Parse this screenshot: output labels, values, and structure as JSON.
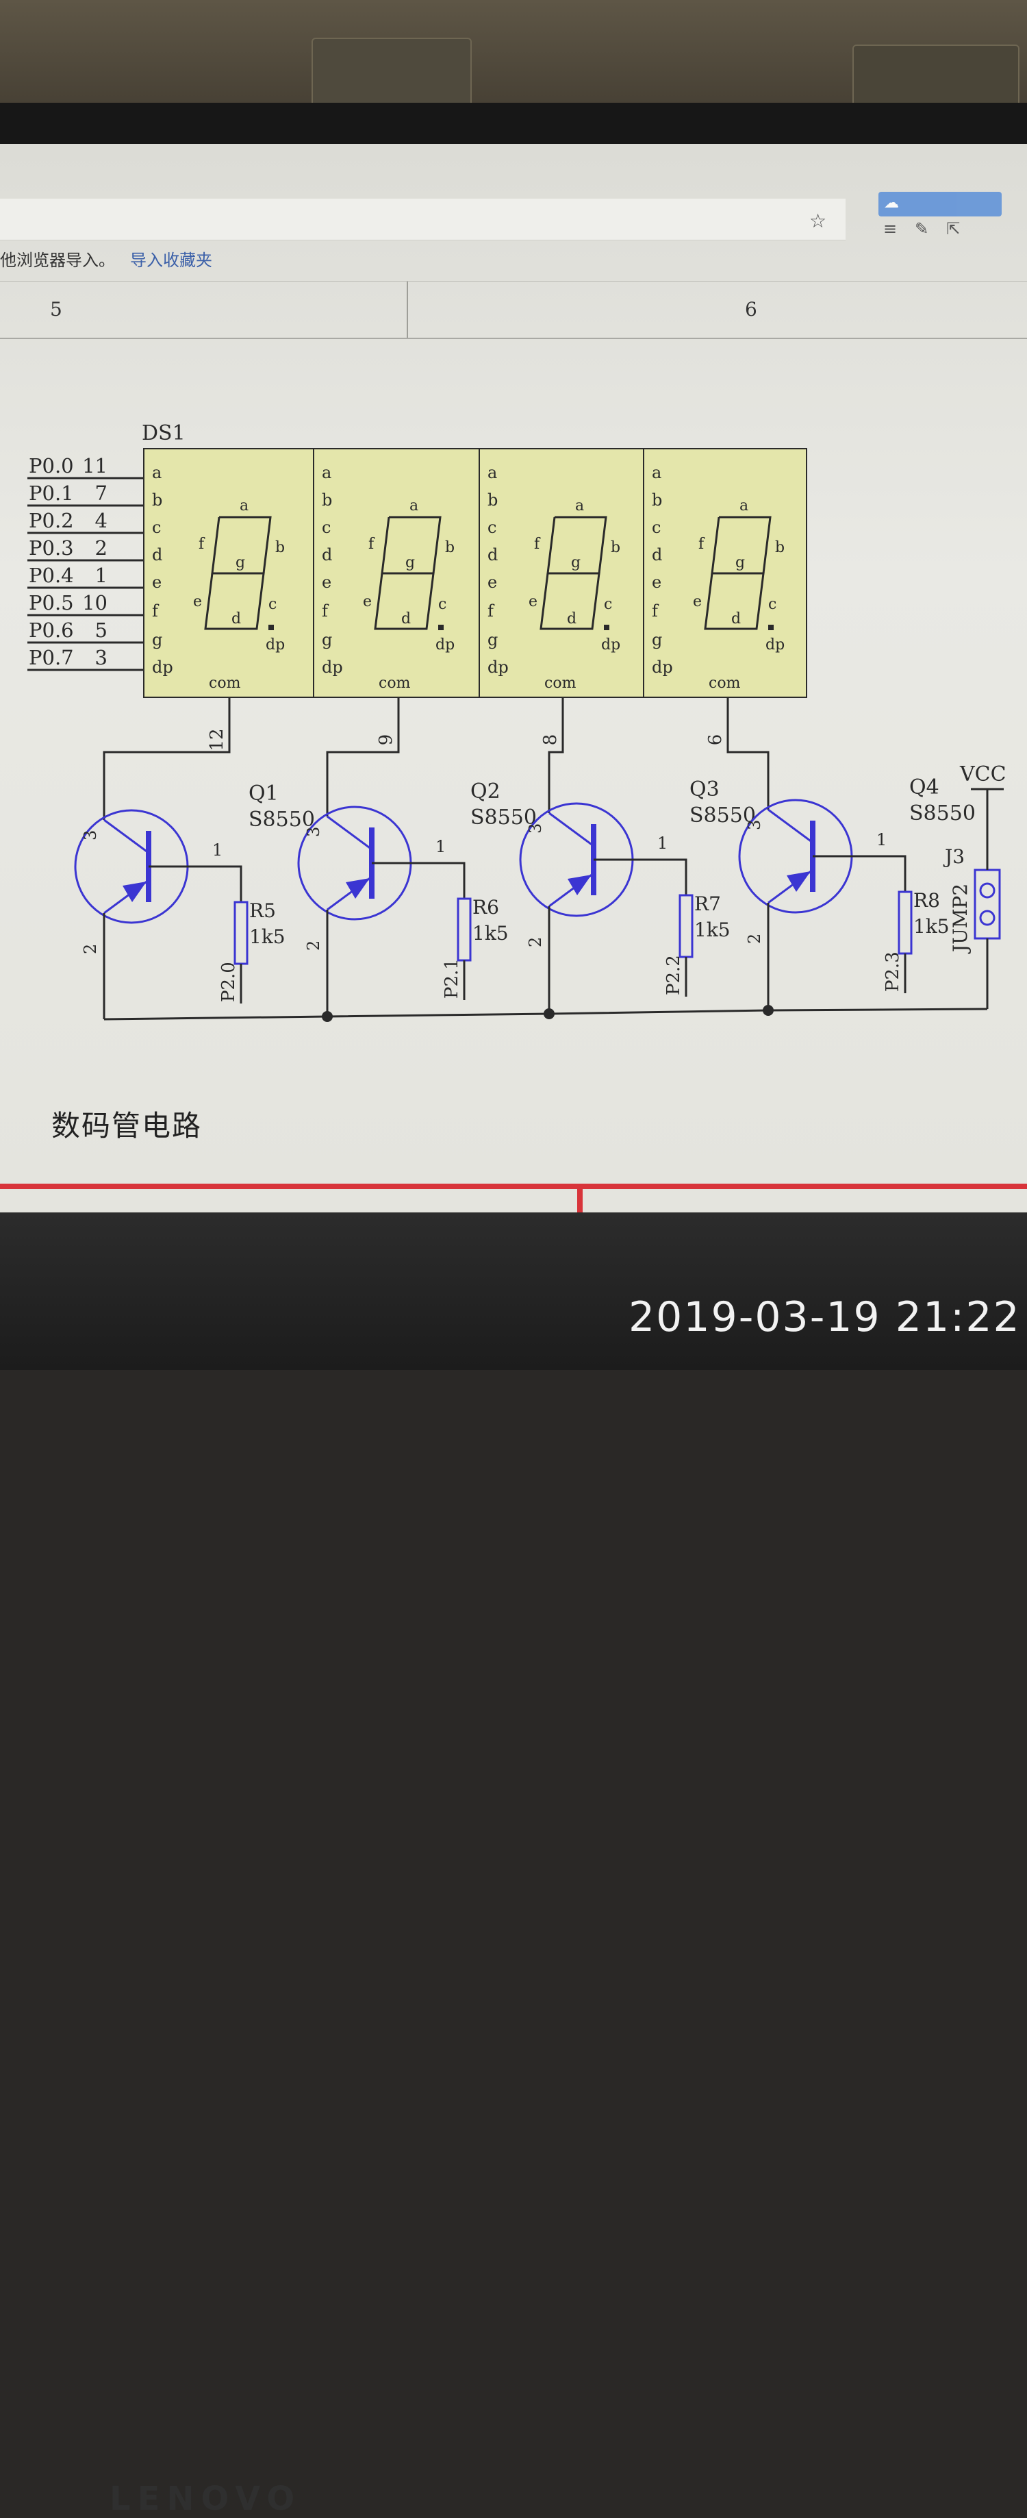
{
  "browser": {
    "bookmark_hint": "他浏览器导入。",
    "bookmark_link": "导入收藏夹",
    "star_icon": "star-icon",
    "extension_icon": "cloud-icon"
  },
  "ruler": {
    "left_number": "5",
    "right_number": "6"
  },
  "schematic": {
    "display_ref": "DS1",
    "port_pins": [
      {
        "port": "P0.0",
        "pin": "11",
        "segment": "a"
      },
      {
        "port": "P0.1",
        "pin": "7",
        "segment": "b"
      },
      {
        "port": "P0.2",
        "pin": "4",
        "segment": "c"
      },
      {
        "port": "P0.3",
        "pin": "2",
        "segment": "d"
      },
      {
        "port": "P0.4",
        "pin": "1",
        "segment": "e"
      },
      {
        "port": "P0.5",
        "pin": "10",
        "segment": "f"
      },
      {
        "port": "P0.6",
        "pin": "5",
        "segment": "g"
      },
      {
        "port": "P0.7",
        "pin": "3",
        "segment": "dp"
      }
    ],
    "segment_pins": [
      "a",
      "b",
      "c",
      "d",
      "e",
      "f",
      "g",
      "dp"
    ],
    "seg_labels": {
      "a": "a",
      "b": "b",
      "c": "c",
      "d": "d",
      "e": "e",
      "f": "f",
      "g": "g",
      "dp": "dp"
    },
    "com_label": "com",
    "digits": [
      {
        "com_pin": "12"
      },
      {
        "com_pin": "9"
      },
      {
        "com_pin": "8"
      },
      {
        "com_pin": "6"
      }
    ],
    "transistors": [
      {
        "ref": "Q1",
        "part": "S8550",
        "collector_pin": "3",
        "base_pin": "1",
        "emitter_pin": "2",
        "resistor": "R5",
        "res_value": "1k5",
        "control": "P2.0"
      },
      {
        "ref": "Q2",
        "part": "S8550",
        "collector_pin": "3",
        "base_pin": "1",
        "emitter_pin": "2",
        "resistor": "R6",
        "res_value": "1k5",
        "control": "P2.1"
      },
      {
        "ref": "Q3",
        "part": "S8550",
        "collector_pin": "3",
        "base_pin": "1",
        "emitter_pin": "2",
        "resistor": "R7",
        "res_value": "1k5",
        "control": "P2.2"
      },
      {
        "ref": "Q4",
        "part": "S8550",
        "collector_pin": "3",
        "base_pin": "1",
        "emitter_pin": "2",
        "resistor": "R8",
        "res_value": "1k5",
        "control": "P2.3"
      }
    ],
    "supply": "VCC",
    "jumper_ref": "J3",
    "jumper_name": "JUMP2"
  },
  "caption": "数码管电路",
  "timestamp": "2019-03-19  21:22",
  "colors": {
    "display_fill": "#e4e6ab",
    "wire": "#2a2a2a",
    "transistor": "#3b35d2",
    "accent_red": "#d8343a"
  }
}
